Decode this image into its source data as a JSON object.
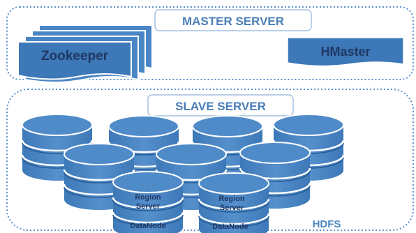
{
  "master": {
    "title": "MASTER SERVER",
    "zookeeper_label": "Zookeeper",
    "hmaster_label": "HMaster"
  },
  "slave": {
    "title": "SLAVE SERVER",
    "region_server_line1": "Region",
    "region_server_line2": "Server",
    "datanode_label": "DataNode",
    "hdfs_label": "HDFS"
  },
  "colors": {
    "primary_blue": "#4a86c5",
    "dark_blue": "#2a5d94",
    "title_text": "#4a7fb8",
    "label_text": "#203864",
    "hdfs_text": "#4a86c5"
  }
}
